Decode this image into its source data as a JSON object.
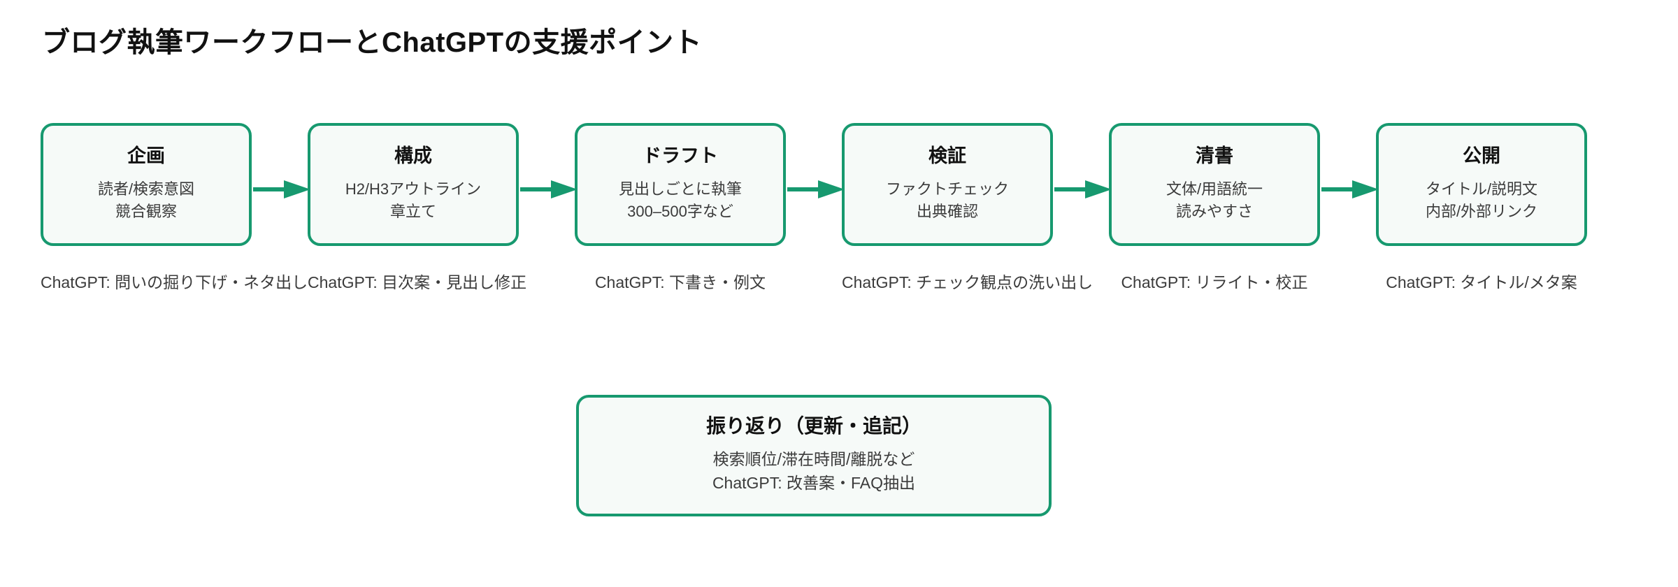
{
  "title": "ブログ執筆ワークフローとChatGPTの支援ポイント",
  "colors": {
    "accent": "#17996f",
    "node_fill": "#f6faf8",
    "title_text": "#111111",
    "body_text": "#3b3b3b",
    "background": "#ffffff"
  },
  "flow": {
    "arrow_glyph": "arrow-right-icon",
    "nodes": [
      {
        "id": "plan",
        "title": "企画",
        "lines": [
          "読者/検索意図",
          "競合観察"
        ],
        "caption": "ChatGPT: 問いの掘り下げ・ネタ出し"
      },
      {
        "id": "structure",
        "title": "構成",
        "lines": [
          "H2/H3アウトライン",
          "章立て"
        ],
        "caption": "ChatGPT: 目次案・見出し修正"
      },
      {
        "id": "draft",
        "title": "ドラフト",
        "lines": [
          "見出しごとに執筆",
          "300–500字など"
        ],
        "caption": "ChatGPT: 下書き・例文"
      },
      {
        "id": "verify",
        "title": "検証",
        "lines": [
          "ファクトチェック",
          "出典確認"
        ],
        "caption": "ChatGPT: チェック観点の洗い出し"
      },
      {
        "id": "faircopy",
        "title": "清書",
        "lines": [
          "文体/用語統一",
          "読みやすさ"
        ],
        "caption": "ChatGPT: リライト・校正"
      },
      {
        "id": "publish",
        "title": "公開",
        "lines": [
          "タイトル/説明文",
          "内部/外部リンク"
        ],
        "caption": "ChatGPT: タイトル/メタ案"
      }
    ]
  },
  "retrospective": {
    "title": "振り返り（更新・追記）",
    "lines": [
      "検索順位/滞在時間/離脱など",
      "ChatGPT: 改善案・FAQ抽出"
    ]
  }
}
